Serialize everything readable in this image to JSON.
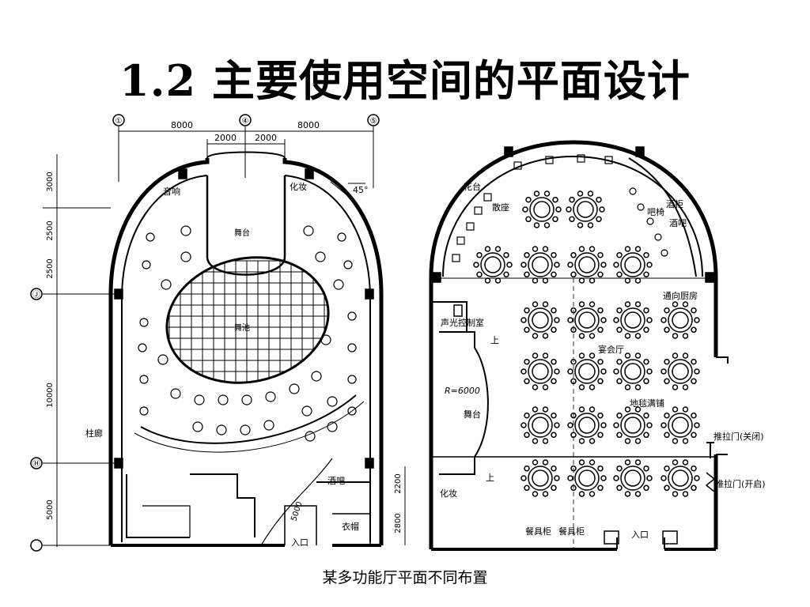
{
  "slide": {
    "title": "1.2 主要使用空间的平面设计",
    "caption": "某多功能厅平面不同布置"
  },
  "left_plan": {
    "axes": {
      "a1": "①",
      "a4": "④",
      "a5": "⑤",
      "aJ": "Ⓙ",
      "aH": "Ⓗ"
    },
    "dims_top": {
      "d1": "8000",
      "d2": "2000",
      "d3": "2000",
      "d4": "8000"
    },
    "dims_side": {
      "s1": "3000",
      "s2": "2500",
      "s3": "2500",
      "s4": "10000",
      "s5": "5000"
    },
    "dims_right": {
      "r1": "2200",
      "r2": "2800"
    },
    "angle": "45°",
    "radius": "5000",
    "labels": {
      "sound": "音响",
      "makeup": "化妆",
      "stage": "舞台",
      "dance_floor": "舞池",
      "colonnade": "柱廊",
      "bar": "酒吧",
      "cloakroom": "衣帽",
      "entrance": "入口"
    }
  },
  "right_plan": {
    "labels": {
      "flower_stand": "花台",
      "loose_seats": "散座",
      "wine_cabinet": "酒柜",
      "bar_chairs": "吧椅",
      "bar": "酒吧",
      "to_kitchen": "通向厨房",
      "av_room": "声光控制室",
      "up1": "上",
      "up2": "上",
      "banquet_hall": "宴会厅",
      "radius": "R=6000",
      "stage": "舞台",
      "carpet": "地毯满铺",
      "sliding_closed": "推拉门(关闭)",
      "sliding_open": "推拉门(开启)",
      "makeup": "化妆",
      "cabinet1": "餐具柜",
      "cabinet2": "餐具柜",
      "entrance": "入口"
    }
  }
}
